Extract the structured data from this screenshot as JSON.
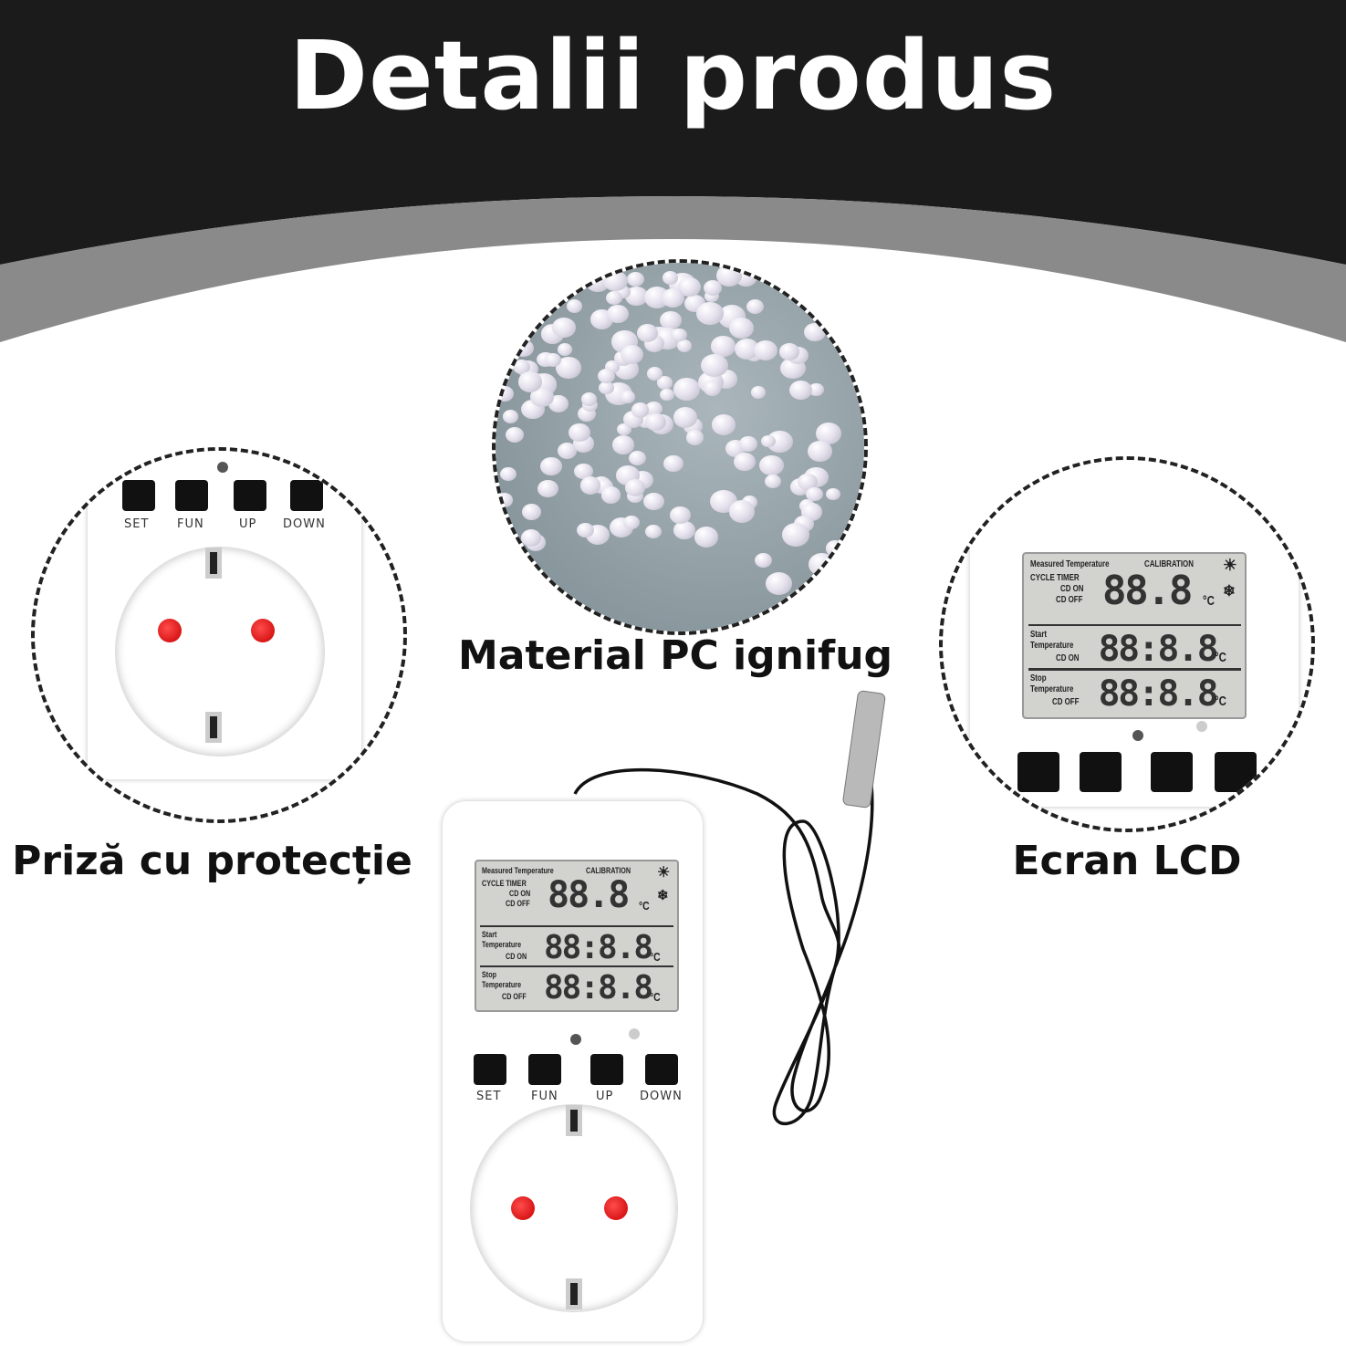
{
  "header": {
    "title": "Detalii produs"
  },
  "features": [
    {
      "label": "Priză cu protecție"
    },
    {
      "label": "Material PC ignifug"
    },
    {
      "label": "Ecran LCD"
    }
  ],
  "lcd": {
    "measured": "Measured Temperature",
    "calibration": "CALIBRATION",
    "cycle_timer": "CYCLE TIMER",
    "cd_on": "CD ON",
    "cd_off": "CD OFF",
    "start": "Start",
    "stop": "Stop",
    "temperature": "Temperature",
    "digits_main": "88.8",
    "digits_row": "88:8.8",
    "unit": "°C",
    "sun": "☀",
    "snow": "❄"
  },
  "buttons": [
    "SET",
    "FUN",
    "UP",
    "DOWN"
  ],
  "colors": {
    "header": "#1b1b1b",
    "band": "#8a8a8a",
    "pin": "#e01010"
  }
}
